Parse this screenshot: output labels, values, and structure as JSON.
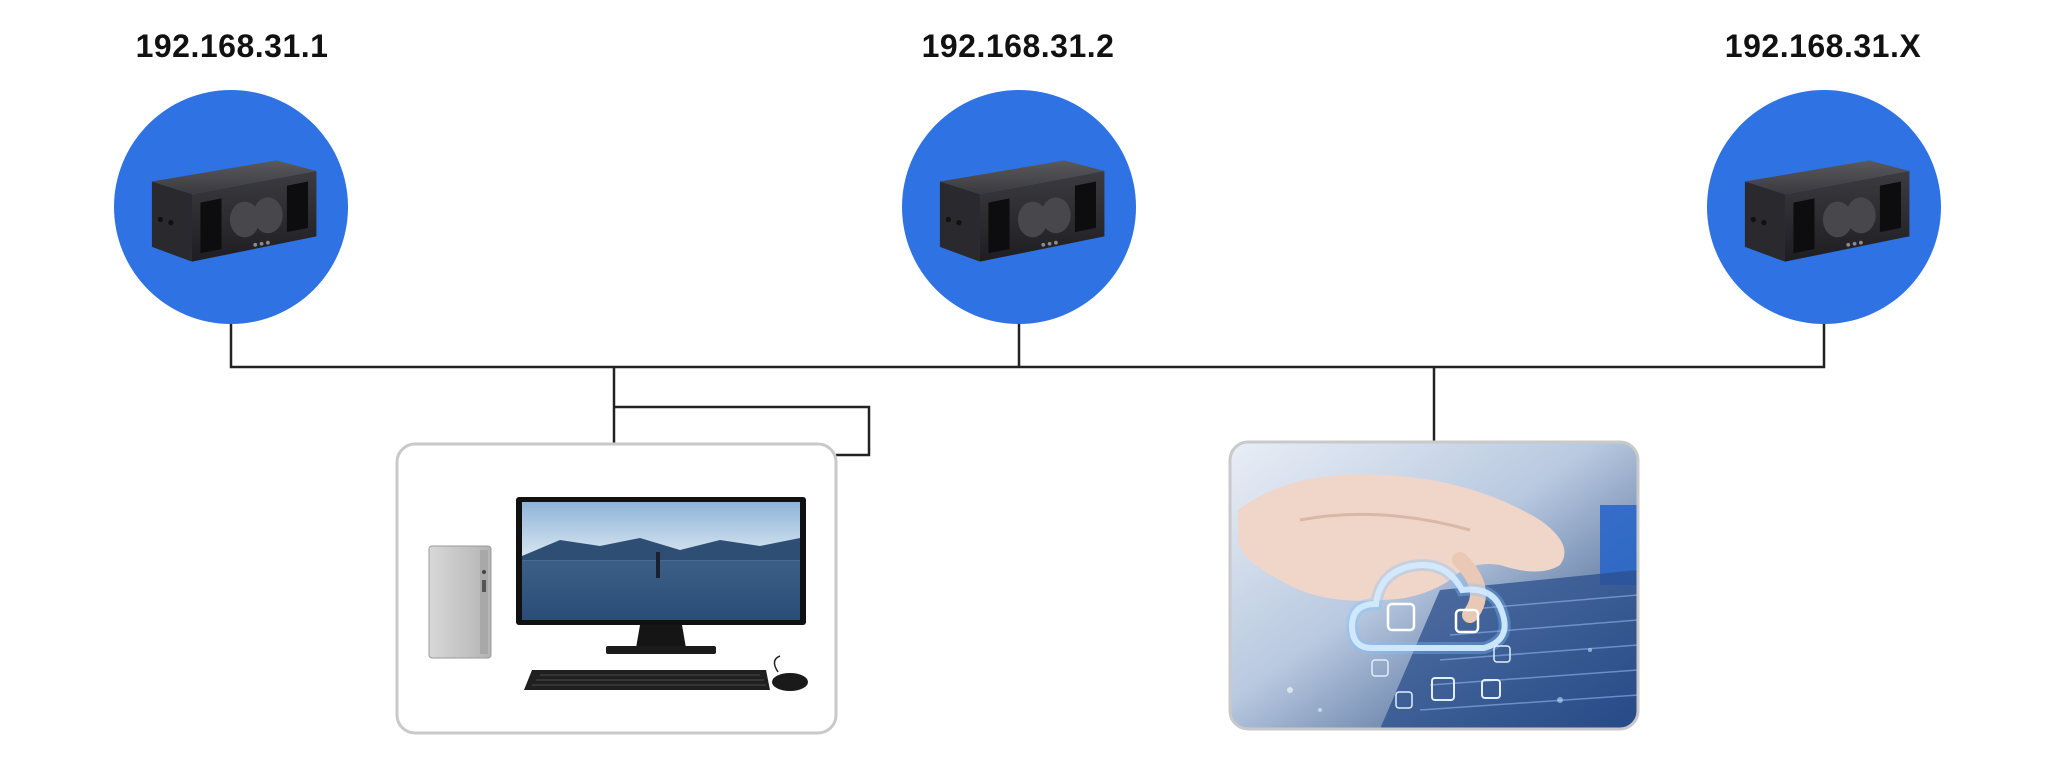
{
  "devices": [
    {
      "ip": "192.168.31.1",
      "icon": "lidar-sensor-icon"
    },
    {
      "ip": "192.168.31.2",
      "icon": "lidar-sensor-icon"
    },
    {
      "ip": "192.168.31.X",
      "icon": "lidar-sensor-icon"
    }
  ],
  "hosts": [
    {
      "icon": "desktop-computer-icon"
    },
    {
      "icon": "cloud-computing-icon"
    }
  ],
  "colors": {
    "device_circle": "#2f72e4",
    "wire": "#222222",
    "frame": "#c9c9c9"
  }
}
